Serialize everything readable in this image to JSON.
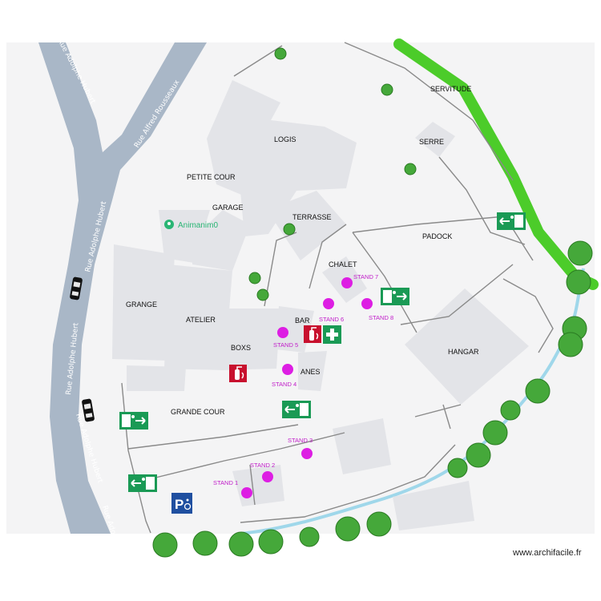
{
  "map": {
    "areas": {
      "servitude": "SERVITUDE",
      "serre": "SERRE",
      "logis": "LOGIS",
      "petite_cour": "PETITE COUR",
      "garage": "GARAGE",
      "terrasse": "TERRASSE",
      "padock": "PADOCK",
      "chalet": "CHALET",
      "grange": "GRANGE",
      "atelier": "ATELIER",
      "bar": "BAR",
      "boxs": "BOXS",
      "anes": "ANES",
      "hangar": "HANGAR",
      "grande_cour": "GRANDE COUR"
    },
    "stands": [
      "STAND 1",
      "STAND 2",
      "STAND 3",
      "STAND 4",
      "STAND 5",
      "STAND 6",
      "STAND 7",
      "STAND 8"
    ],
    "streets": {
      "adolphe_hubert_top": "Rue Adolphe Hubert",
      "alfred_rousseaux": "Rue Alfred Rousseaux",
      "adolphe_hubert_mid": "Rue Adolphe Hubert",
      "adolphe_hubert_mid2": "Rue Adolphe Hubert",
      "adolphe_hubert_bottom": "Rue Adolphe Hubert",
      "adolphe_hubert_corner": "Rue Ado"
    },
    "poi_label": "Animanim0"
  },
  "credit": "www.archifacile.fr",
  "colors": {
    "stand": "#dd1ee3",
    "exit_sign": "#1a9a55",
    "fire_sign": "#c8102e",
    "parking_sign": "#1f4fa0",
    "servitude": "#4ccc2a",
    "stream": "#9fd7ea",
    "road": "#a9b7c7",
    "building": "#e3e4e8"
  },
  "icons": [
    "exit-sign-icon",
    "fire-extinguisher-icon",
    "first-aid-icon",
    "parking-accessible-icon",
    "tree-icon",
    "car-icon",
    "map-pin-icon"
  ]
}
